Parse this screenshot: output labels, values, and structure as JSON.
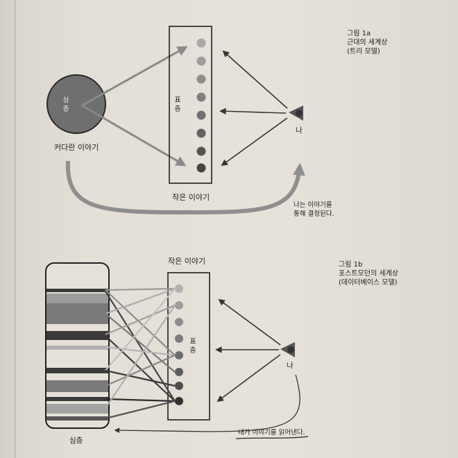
{
  "figure_a": {
    "caption_number": "그림 1a",
    "caption_title": "근대의 세계상",
    "caption_model": "(트리 모델)",
    "deep_layer_label": "심층",
    "surface_layer_label": "표층",
    "grand_narrative_label": "커다란 이야기",
    "small_narrative_label": "작은 이야기",
    "self_label": "나",
    "determined_note_line1": "나는 이야기를",
    "determined_note_line2": "통해 결정된다.",
    "colors": {
      "deep_circle": "#6f6f6f",
      "arrow_gray": "#8a8a8a",
      "arrow_dark": "#3a3a3a"
    }
  },
  "figure_b": {
    "caption_number": "그림 1b",
    "caption_title": "포스트모던의 세계상",
    "caption_model": "(데이터베이스 모델)",
    "small_narrative_label": "작은 이야기",
    "surface_layer_label": "표층",
    "self_label": "나",
    "deep_layer_label": "심층",
    "reads_note": "내가 이야기를 읽어낸다.",
    "colors": {
      "band_dark": "#3a3a3a",
      "band_mid": "#7a7a7a",
      "band_light": "#a3a3a3"
    }
  }
}
